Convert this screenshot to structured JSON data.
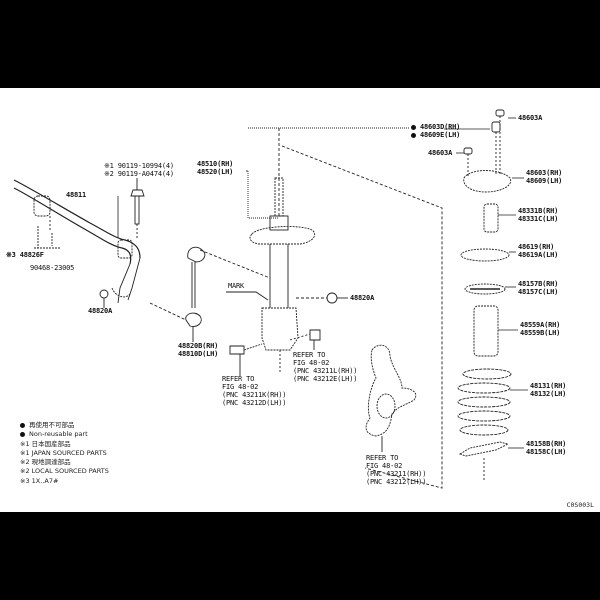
{
  "diagram": {
    "type": "exploded-parts-diagram",
    "subject": "front suspension strut, coil spring and stabilizer bar",
    "figure_code": "C0S003L"
  },
  "callouts": {
    "strut_rh": "48510(RH)",
    "strut_lh": "48520(LH)",
    "support_nut_rh": "48603D(RH)",
    "support_nut_lh": "48609E(LH)",
    "nut_top_right": "48603A",
    "nut_left": "48603A",
    "support_rh": "48603(RH)",
    "support_lh": "48609(LH)",
    "bump_stop_rh": "48331B(RH)",
    "bump_stop_lh": "48331C(LH)",
    "spring_seat_rh": "48619(RH)",
    "spring_seat_lh": "48619A(LH)",
    "insulator_rh": "48157B(RH)",
    "insulator_lh": "48157C(LH)",
    "boot_rh": "48559A(RH)",
    "boot_lh": "48559B(LH)",
    "spring_rh": "48131(RH)",
    "spring_lh": "48132(LH)",
    "lower_insulator_rh": "48158B(RH)",
    "lower_insulator_lh": "48158C(LH)",
    "bolt_1": "※1 90119-10994(4)",
    "bolt_2": "※2 90119-A0474(4)",
    "stabilizer_bar": "48811",
    "bushing": "※3 48826F",
    "clamp": "90468-23005",
    "link_nut_left": "48820A",
    "link_nut_right": "48820A",
    "link_rh": "48820B(RH)",
    "link_lh": "48810D(LH)",
    "mark": "MARK",
    "ref_bolt": [
      "REFER TO",
      "FIG 48-02",
      "(PNC 43211K(RH))",
      "(PNC 43212D(LH))"
    ],
    "ref_nut": [
      "REFER TO",
      "FIG 48-02",
      "(PNC 43211L(RH))",
      "(PNC 43212E(LH))"
    ],
    "ref_knuckle": [
      "REFER TO",
      "FIG 48-02",
      "(PNC 43211(RH))",
      "(PNC 43212(LH))"
    ]
  },
  "legend": {
    "items": [
      {
        "symbol": "●",
        "text": "再使用不可部品"
      },
      {
        "symbol": "●",
        "text": "Non-reusable part"
      },
      {
        "symbol": "※1",
        "text": "日本国産部品"
      },
      {
        "symbol": "※1",
        "text": "JAPAN SOURCED PARTS"
      },
      {
        "symbol": "※2",
        "text": "現地調達部品"
      },
      {
        "symbol": "※2",
        "text": "LOCAL SOURCED PARTS"
      },
      {
        "symbol": "※3",
        "text": "1X..A7#"
      }
    ]
  }
}
